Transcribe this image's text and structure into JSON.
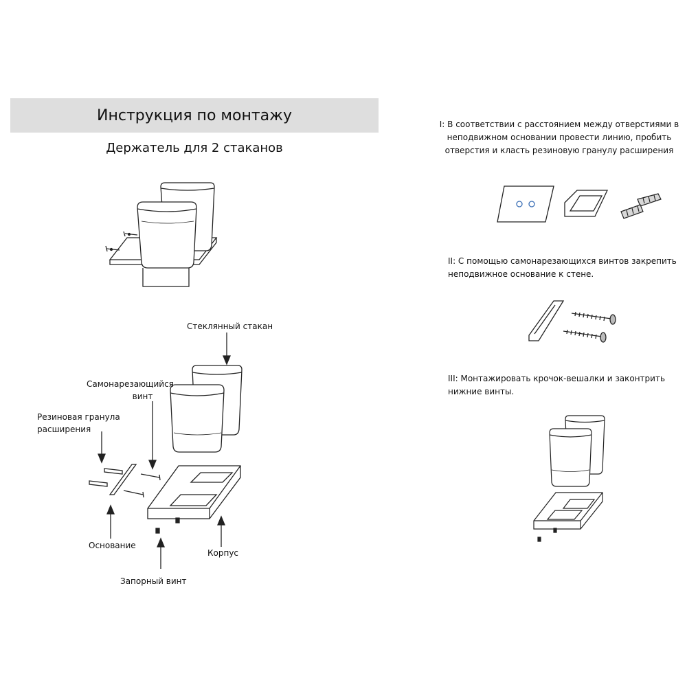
{
  "header": {
    "title": "Инструкция по монтажу",
    "subtitle": "Держатель для 2 стаканов"
  },
  "parts": {
    "glass": "Стеклянный стакан",
    "screw_line1": "Самонарезающийся",
    "screw_line2": "винт",
    "anchor_line1": "Резиновая гранула",
    "anchor_line2": "расширения",
    "base": "Основание",
    "body": "Корпус",
    "lock_screw": "Запорный винт"
  },
  "steps": [
    {
      "line1": "I: В соответствии с расстоянием между отверстиями в",
      "line2": "неподвижном основании провести линию, пробить",
      "line3": "отверстия и класть резиновую гранулу расширения"
    },
    {
      "line1": "II: С помощью самонарезающихся винтов закрепить",
      "line2": "неподвижное основание к стене."
    },
    {
      "line1": "III: Монтажировать крочок-вешалки и законтрить",
      "line2": "нижние винты."
    }
  ],
  "icons": {
    "holder_assembled": "holder-icon",
    "holder_exploded": "exploded-view-icon",
    "wall_plate": "wall-plate-icon",
    "wall_base": "wall-base-icon",
    "anchors": "anchor-icon",
    "screws": "screw-icon",
    "holder_mounted": "holder-icon"
  },
  "colors": {
    "banner": "#dedede",
    "line": "#222222",
    "hole": "#3b6fb6"
  }
}
